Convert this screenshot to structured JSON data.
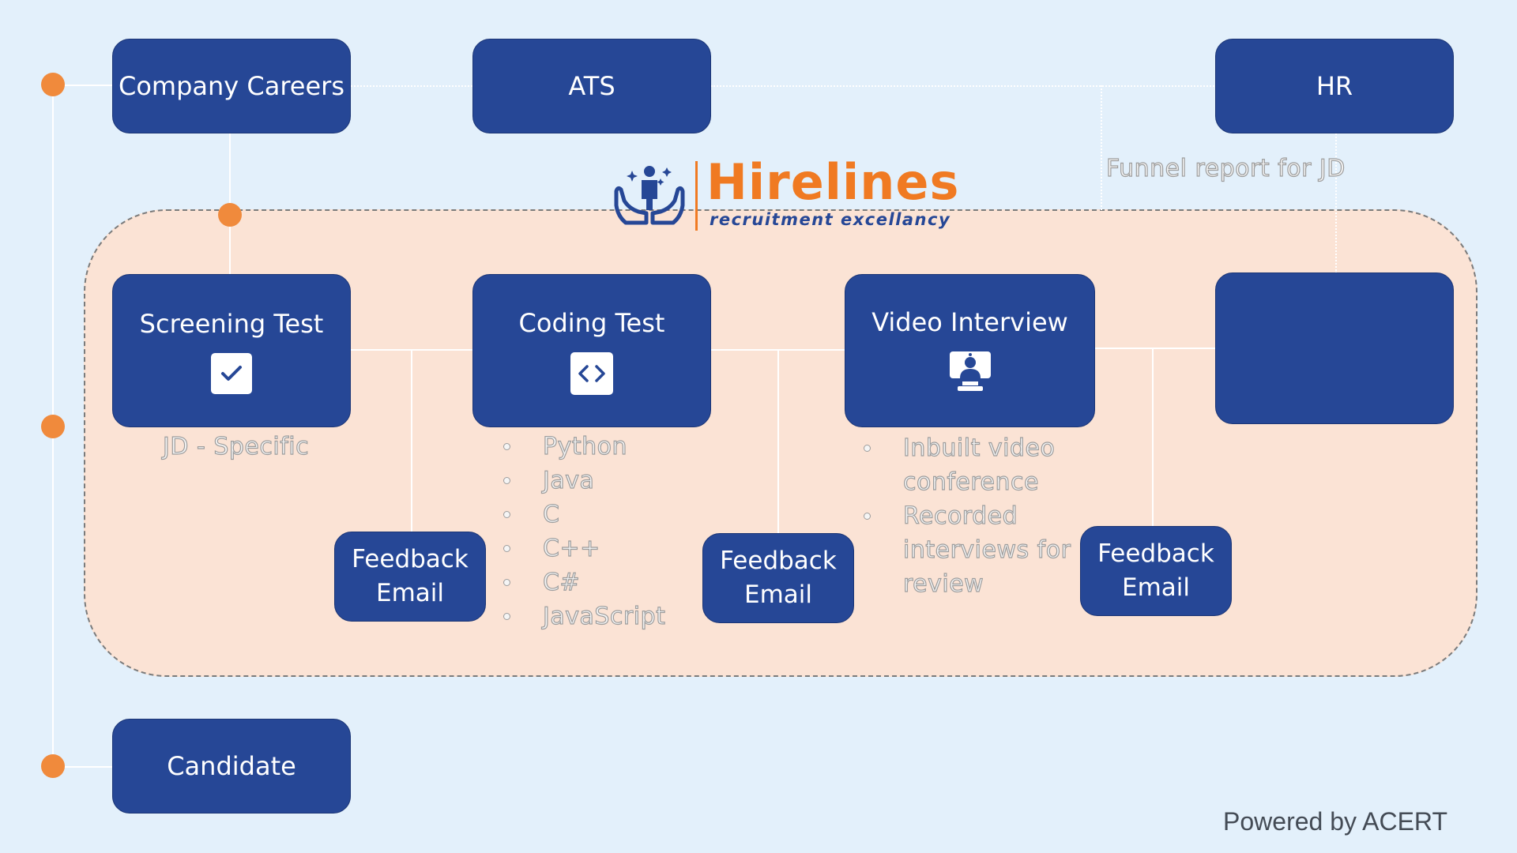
{
  "nodes": {
    "company_careers": "Company Careers",
    "ats": "ATS",
    "hr": "HR",
    "candidate": "Candidate",
    "screening_test": "Screening Test",
    "coding_test": "Coding Test",
    "video_interview": "Video Interview",
    "hr_stage": ""
  },
  "feedback": {
    "one": [
      "Feedback",
      "Email"
    ],
    "two": [
      "Feedback",
      "Email"
    ],
    "three": [
      "Feedback",
      "Email"
    ]
  },
  "notes": {
    "screening": "JD - Specific",
    "funnel": "Funnel report for JD"
  },
  "coding_languages": [
    "Python",
    "Java",
    "C",
    "C++",
    "C#",
    "JavaScript"
  ],
  "video_features": [
    [
      "Inbuilt video",
      "conference"
    ],
    [
      "Recorded",
      "interviews for",
      "review"
    ]
  ],
  "brand": {
    "name": "Hirelines",
    "tagline": "recruitment excellancy"
  },
  "footer": "Powered by ACERT",
  "colors": {
    "background": "#e3f0fb",
    "box": "#264796",
    "accent": "#f08a3c",
    "platform": "#fbe3d5"
  },
  "icons": {
    "screening": "checkbox-icon",
    "coding": "code-brackets-icon",
    "video": "webcam-person-icon",
    "logo": "hands-person-icon"
  }
}
